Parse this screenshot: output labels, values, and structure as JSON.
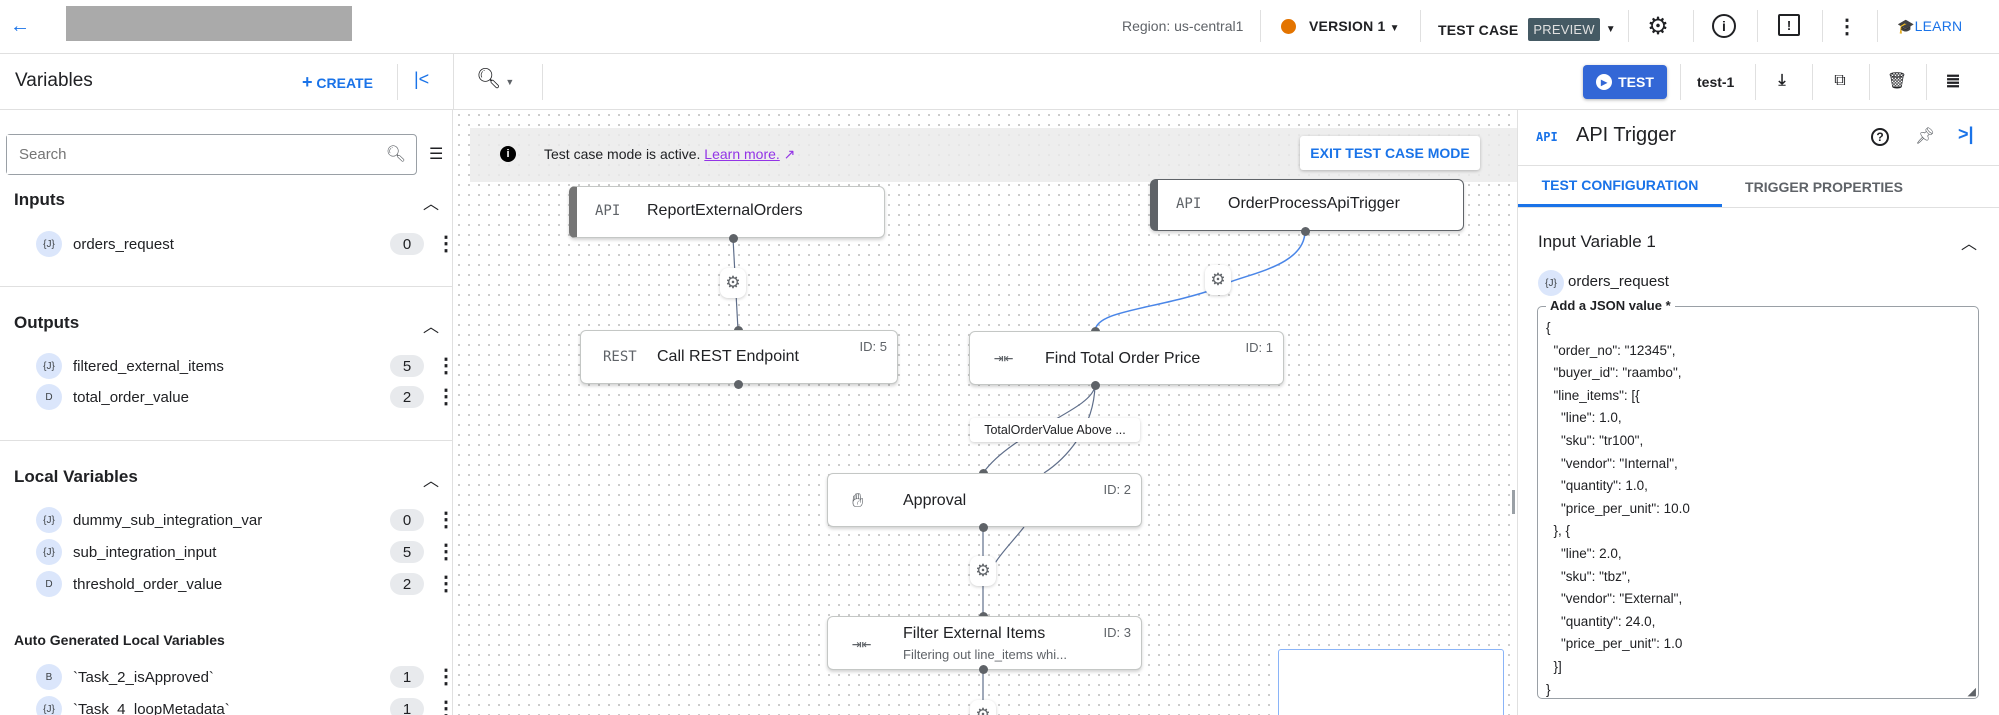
{
  "header": {
    "region": "Region: us-central1",
    "version": "VERSION 1",
    "version_color": "#e37400",
    "test_case": "TEST CASE",
    "preview_badge": "PREVIEW",
    "learn": "LEARN"
  },
  "toolbar": {
    "test_label": "TEST",
    "test_case_name": "test-1"
  },
  "variables_panel": {
    "title": "Variables",
    "create": "CREATE",
    "search_placeholder": "Search",
    "sections": [
      {
        "title": "Inputs",
        "items": [
          {
            "type": "{J}",
            "name": "orders_request",
            "count": "0"
          }
        ]
      },
      {
        "title": "Outputs",
        "items": [
          {
            "type": "{J}",
            "name": "filtered_external_items",
            "count": "5"
          },
          {
            "type": "D",
            "name": "total_order_value",
            "count": "2"
          }
        ]
      },
      {
        "title": "Local Variables",
        "items": [
          {
            "type": "{J}",
            "name": "dummy_sub_integration_var",
            "count": "0"
          },
          {
            "type": "{J}",
            "name": "sub_integration_input",
            "count": "5"
          },
          {
            "type": "D",
            "name": "threshold_order_value",
            "count": "2"
          }
        ]
      },
      {
        "title": "Auto Generated Local Variables",
        "items": [
          {
            "type": "B",
            "name": "`Task_2_isApproved`",
            "count": "1"
          },
          {
            "type": "{J}",
            "name": "`Task_4_loopMetadata`",
            "count": "1"
          }
        ]
      }
    ]
  },
  "canvas": {
    "banner_text": "Test case mode is active.",
    "banner_link": "Learn more.",
    "exit_button": "EXIT TEST CASE MODE",
    "edge_label": "TotalOrderValue Above ...",
    "nodes": [
      {
        "icon": "API",
        "title": "ReportExternalOrders"
      },
      {
        "icon": "API",
        "title": "OrderProcessApiTrigger"
      },
      {
        "icon": "REST",
        "title": "Call REST Endpoint",
        "id": "ID: 5"
      },
      {
        "title": "Find Total Order Price",
        "id": "ID: 1"
      },
      {
        "title": "Approval",
        "id": "ID: 2"
      },
      {
        "title": "Filter External Items",
        "subtitle": "Filtering out line_items whi...",
        "id": "ID: 3"
      }
    ]
  },
  "right_panel": {
    "icon_text": "API",
    "title": "API Trigger",
    "tabs": [
      "TEST CONFIGURATION",
      "TRIGGER PROPERTIES"
    ],
    "active_tab": 0,
    "section_title": "Input Variable 1",
    "var_type": "{J}",
    "var_name": "orders_request",
    "json_label": "Add a JSON value *",
    "json_value": "{\n  \"order_no\": \"12345\",\n  \"buyer_id\": \"raambo\",\n  \"line_items\": [{\n    \"line\": 1.0,\n    \"sku\": \"tr100\",\n    \"vendor\": \"Internal\",\n    \"quantity\": 1.0,\n    \"price_per_unit\": 10.0\n  }, {\n    \"line\": 2.0,\n    \"sku\": \"tbz\",\n    \"vendor\": \"External\",\n    \"quantity\": 24.0,\n    \"price_per_unit\": 1.0\n  }]\n}"
  },
  "colors": {
    "accent": "#1a73e8",
    "test_button": "#3367d6",
    "preview_badge": "#455a64"
  }
}
